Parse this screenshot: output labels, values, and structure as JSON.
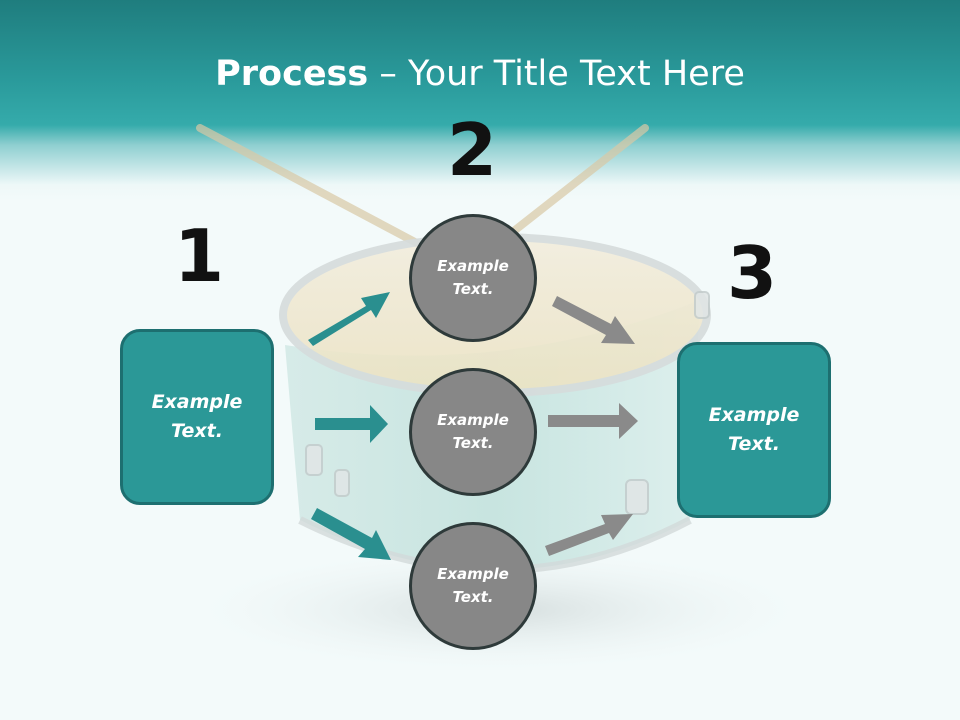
{
  "title": {
    "bold": "Process",
    "rest": " – Your Title Text Here"
  },
  "steps": {
    "one": {
      "number": "1",
      "box_text": "Example Text."
    },
    "two": {
      "number": "2",
      "circles": [
        "Example Text.",
        "Example Text.",
        "Example Text."
      ]
    },
    "three": {
      "number": "3",
      "box_text": "Example Text."
    }
  },
  "colors": {
    "header": "#2a9a9b",
    "box_fill": "#2b9897",
    "circle_fill": "#878787",
    "teal_arrow": "#2a8f8f",
    "gray_arrow": "#8a8a8a"
  }
}
